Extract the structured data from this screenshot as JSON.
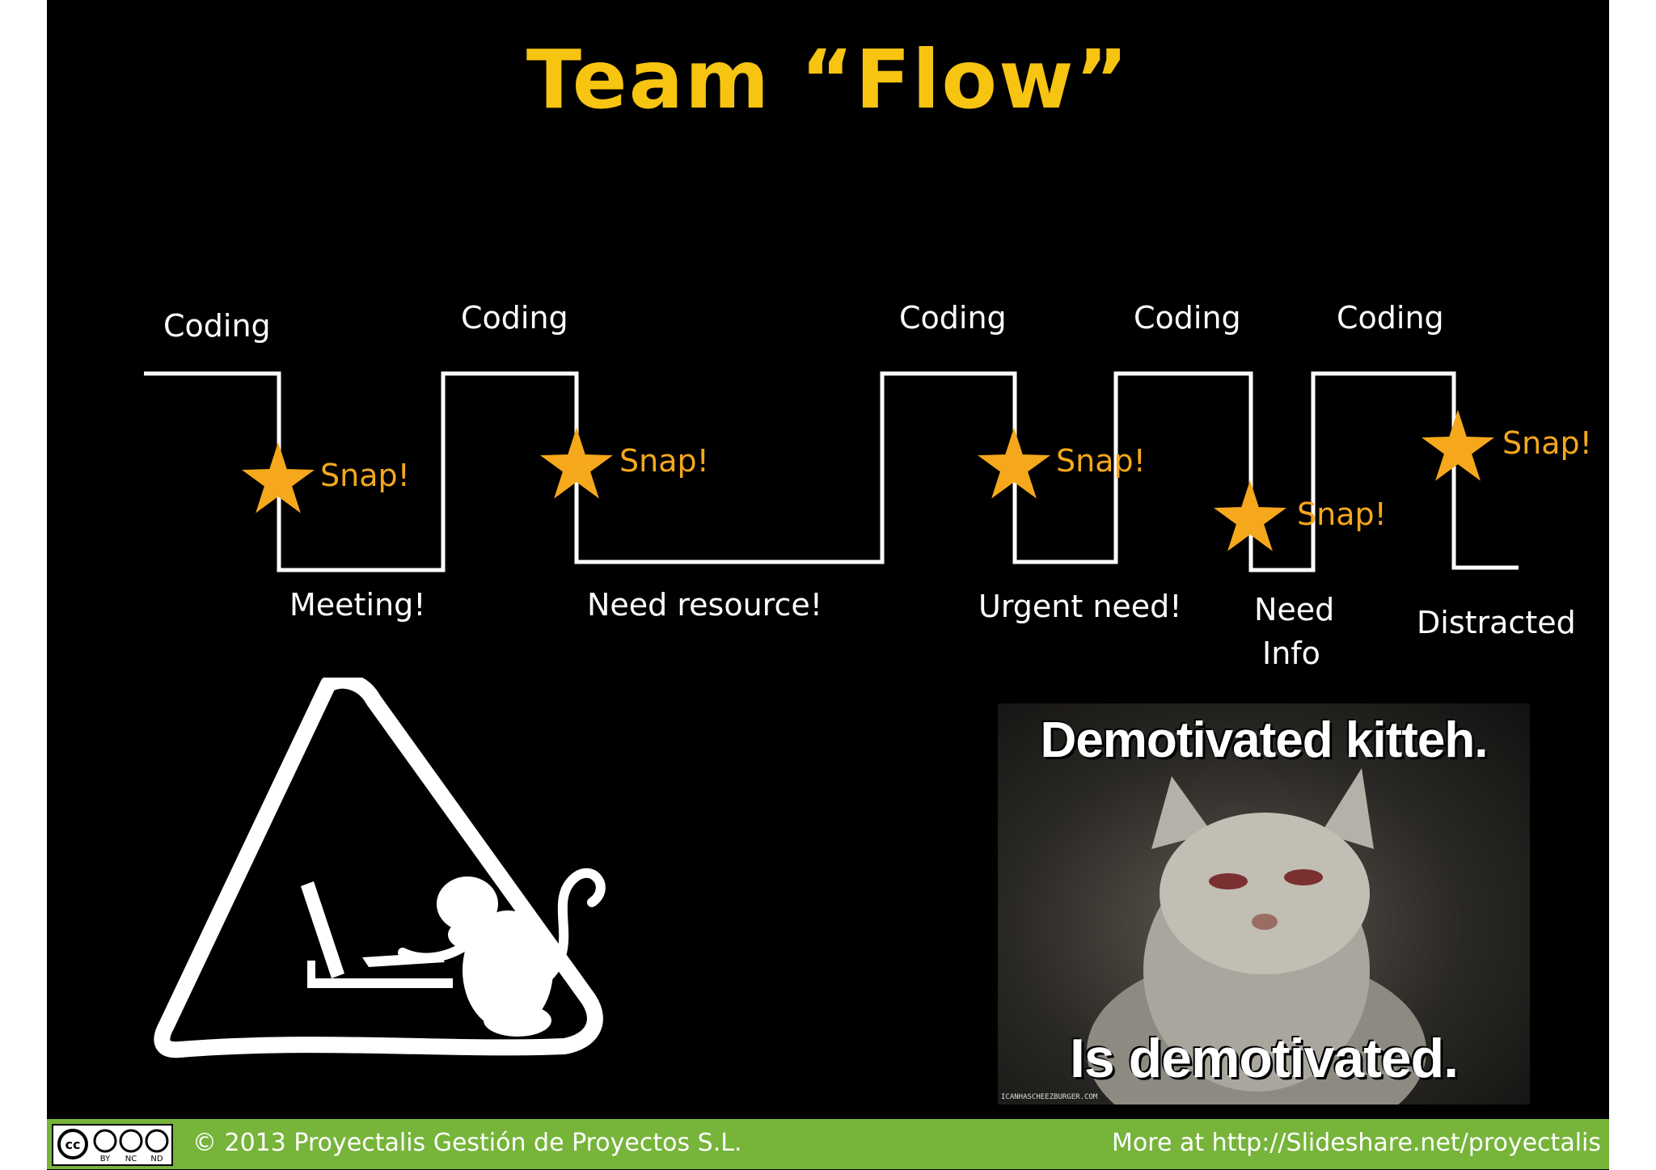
{
  "title": "Team “Flow”",
  "states": {
    "coding_1": "Coding",
    "coding_2": "Coding",
    "coding_3": "Coding",
    "coding_4": "Coding",
    "coding_5": "Coding"
  },
  "snap_label": "Snap!",
  "interruptions": {
    "meeting": "Meeting!",
    "need_resource": "Need resource!",
    "urgent_need": "Urgent need!",
    "need_info_line1": "Need",
    "need_info_line2": "Info",
    "distracted": "Distracted"
  },
  "meme": {
    "top_text": "Demotivated kitteh.",
    "bottom_text": "Is demotivated.",
    "watermark": "ICANHASCHEEZBURGER.COM"
  },
  "footer": {
    "copyright": "© 2013 Proyectalis Gestión de Proyectos S.L.",
    "more": "More at http://Slideshare.net/proyectalis",
    "license_badge": [
      "BY",
      "NC",
      "ND"
    ]
  },
  "colors": {
    "background": "#000000",
    "title": "#f7c411",
    "star": "#f5a81c",
    "line": "#ffffff",
    "footer_bg": "#76b43a"
  }
}
